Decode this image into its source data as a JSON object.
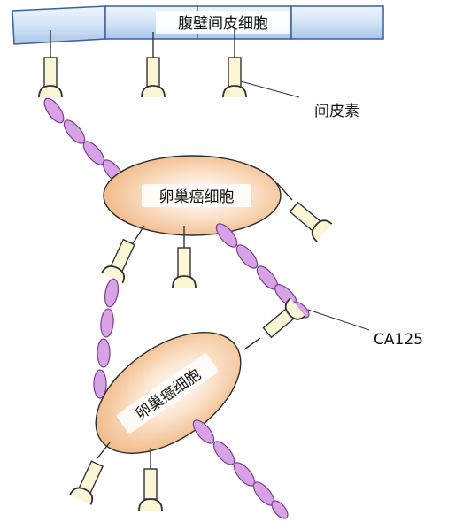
{
  "labels": {
    "mesothelial_cells": "腹壁间皮细胞",
    "mesothelin": "间皮素",
    "ovarian_cancer_cell_top": "卵巢癌细胞",
    "ovarian_cancer_cell_bottom": "卵巢癌细胞",
    "ca125": "CA125"
  },
  "colors": {
    "membrane_fill": "#d6e6f7",
    "membrane_stroke": "#3a5f9b",
    "cell_fill": "#f6c9a0",
    "cell_stroke": "#2c2c2c",
    "receptor_fill": "#fbf6d6",
    "receptor_stroke": "#333333",
    "bead_fill": "#d8a2e6",
    "bead_stroke": "#7a3e90",
    "line": "#333333"
  }
}
